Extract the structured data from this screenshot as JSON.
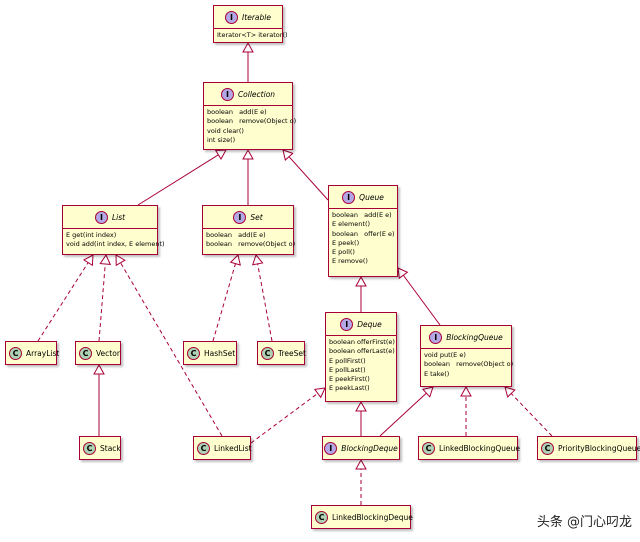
{
  "nodes": {
    "iterable": {
      "kind": "I",
      "name": "Iterable",
      "members": [
        "Iterator<T> iterator()"
      ]
    },
    "collection": {
      "kind": "I",
      "name": "Collection",
      "members": [
        "boolean   add(E e)",
        "boolean   remove(Object o)",
        "void clear()",
        "int size()"
      ]
    },
    "list": {
      "kind": "I",
      "name": "List",
      "members": [
        "E get(int index)",
        "void add(int index, E element)"
      ]
    },
    "set": {
      "kind": "I",
      "name": "Set",
      "members": [
        "boolean   add(E e)",
        "boolean   remove(Object o)"
      ]
    },
    "queue": {
      "kind": "I",
      "name": "Queue",
      "members": [
        "boolean   add(E e)",
        "E element()",
        "boolean   offer(E e)",
        "E peek()",
        "E poll()",
        "E remove()"
      ]
    },
    "deque": {
      "kind": "I",
      "name": "Deque",
      "members": [
        "boolean offerFirst(e)",
        "boolean offerLast(e)",
        "E pollFirst()",
        "E pollLast()",
        "E peekFirst()",
        "E peekLast()"
      ]
    },
    "blocking_queue": {
      "kind": "I",
      "name": "BlockingQueue",
      "members": [
        "void put(E e)",
        "boolean   remove(Object o)",
        "E take()"
      ]
    },
    "blocking_deque": {
      "kind": "I",
      "name": "BlockingDeque",
      "members": []
    },
    "array_list": {
      "kind": "C",
      "name": "ArrayList",
      "members": []
    },
    "vector": {
      "kind": "C",
      "name": "Vector",
      "members": []
    },
    "stack": {
      "kind": "C",
      "name": "Stack",
      "members": []
    },
    "hash_set": {
      "kind": "C",
      "name": "HashSet",
      "members": []
    },
    "tree_set": {
      "kind": "C",
      "name": "TreeSet",
      "members": []
    },
    "linked_list": {
      "kind": "C",
      "name": "LinkedList",
      "members": []
    },
    "linked_blocking_queue": {
      "kind": "C",
      "name": "LinkedBlockingQueue",
      "members": []
    },
    "priority_blocking_queue": {
      "kind": "C",
      "name": "PriorityBlockingQueue",
      "members": []
    },
    "linked_blocking_deque": {
      "kind": "C",
      "name": "LinkedBlockingDeque",
      "members": []
    }
  },
  "edges": [
    {
      "from": "collection",
      "to": "iterable",
      "style": "extends"
    },
    {
      "from": "list",
      "to": "collection",
      "style": "extends"
    },
    {
      "from": "set",
      "to": "collection",
      "style": "extends"
    },
    {
      "from": "queue",
      "to": "collection",
      "style": "extends"
    },
    {
      "from": "deque",
      "to": "queue",
      "style": "extends"
    },
    {
      "from": "blocking_queue",
      "to": "queue",
      "style": "extends"
    },
    {
      "from": "blocking_deque",
      "to": "deque",
      "style": "extends"
    },
    {
      "from": "blocking_deque",
      "to": "blocking_queue",
      "style": "extends"
    },
    {
      "from": "array_list",
      "to": "list",
      "style": "implements"
    },
    {
      "from": "vector",
      "to": "list",
      "style": "implements"
    },
    {
      "from": "linked_list",
      "to": "list",
      "style": "implements"
    },
    {
      "from": "stack",
      "to": "vector",
      "style": "extends"
    },
    {
      "from": "hash_set",
      "to": "set",
      "style": "implements"
    },
    {
      "from": "tree_set",
      "to": "set",
      "style": "implements"
    },
    {
      "from": "linked_list",
      "to": "deque",
      "style": "implements"
    },
    {
      "from": "linked_blocking_queue",
      "to": "blocking_queue",
      "style": "implements"
    },
    {
      "from": "priority_blocking_queue",
      "to": "blocking_queue",
      "style": "implements"
    },
    {
      "from": "linked_blocking_deque",
      "to": "blocking_deque",
      "style": "implements"
    }
  ],
  "colors": {
    "node_fill": "#fefece",
    "border": "#a80036",
    "interface_badge": "#b4a7e5",
    "class_badge": "#add1b2"
  },
  "watermark": "头条 @门心叼龙"
}
